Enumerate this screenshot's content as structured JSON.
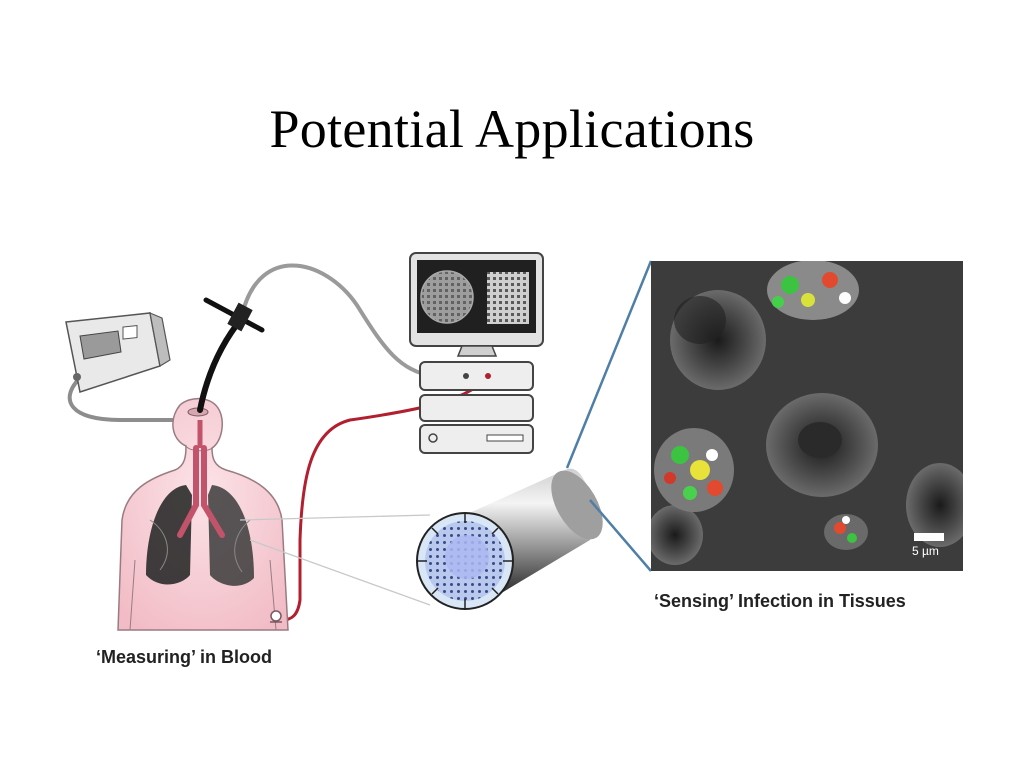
{
  "slide": {
    "title": "Potential Applications"
  },
  "captions": {
    "left": "‘Measuring’ in Blood",
    "right": "‘Sensing’ Infection in Tissues"
  },
  "micrograph": {
    "scale_bar_label": "5 µm"
  },
  "icons": [
    "monitor-device-icon",
    "computer-workstation-icon",
    "endoscope-probe-icon",
    "human-torso-lungs-icon",
    "fiber-bundle-cross-section-icon"
  ],
  "colors": {
    "cable_gray": "#8d8d8d",
    "blood_line_red": "#b21f2f",
    "callout_blue": "#4f7fa6",
    "fiber_core_blue": "#aab8f2",
    "skin_pink": "#f6cfd5",
    "micrograph_bg": "#3c3c3c"
  }
}
